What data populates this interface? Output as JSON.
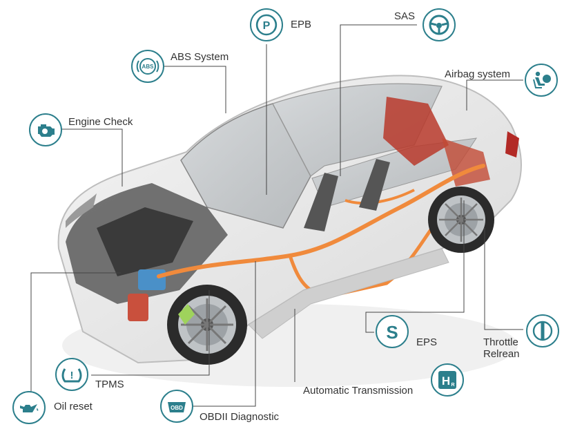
{
  "accent_color": "#2c7f8c",
  "labels": {
    "epb": "EPB",
    "sas": "SAS",
    "abs": "ABS System",
    "airbag": "Airbag system",
    "engine": "Engine Check",
    "eps": "EPS",
    "throttle_1": "Throttle",
    "throttle_2": "Relrean",
    "tpms": "TPMS",
    "oil": "Oil reset",
    "obd": "OBDII Diagnostic",
    "at": "Automatic Transmission"
  },
  "icon_text": {
    "abs": "ABS",
    "epb": "P",
    "eps": "S",
    "obd": "OBD",
    "tpms": "!",
    "at": "H",
    "at_sub": "R"
  },
  "icons": {
    "epb": "parking-brake-icon",
    "sas": "steering-wheel-icon",
    "abs": "abs-icon",
    "airbag": "airbag-icon",
    "engine": "engine-check-icon",
    "eps": "eps-icon",
    "throttle": "throttle-icon",
    "tpms": "tire-pressure-icon",
    "oil": "oil-can-icon",
    "obd": "obd-icon",
    "at": "gear-shift-icon"
  }
}
